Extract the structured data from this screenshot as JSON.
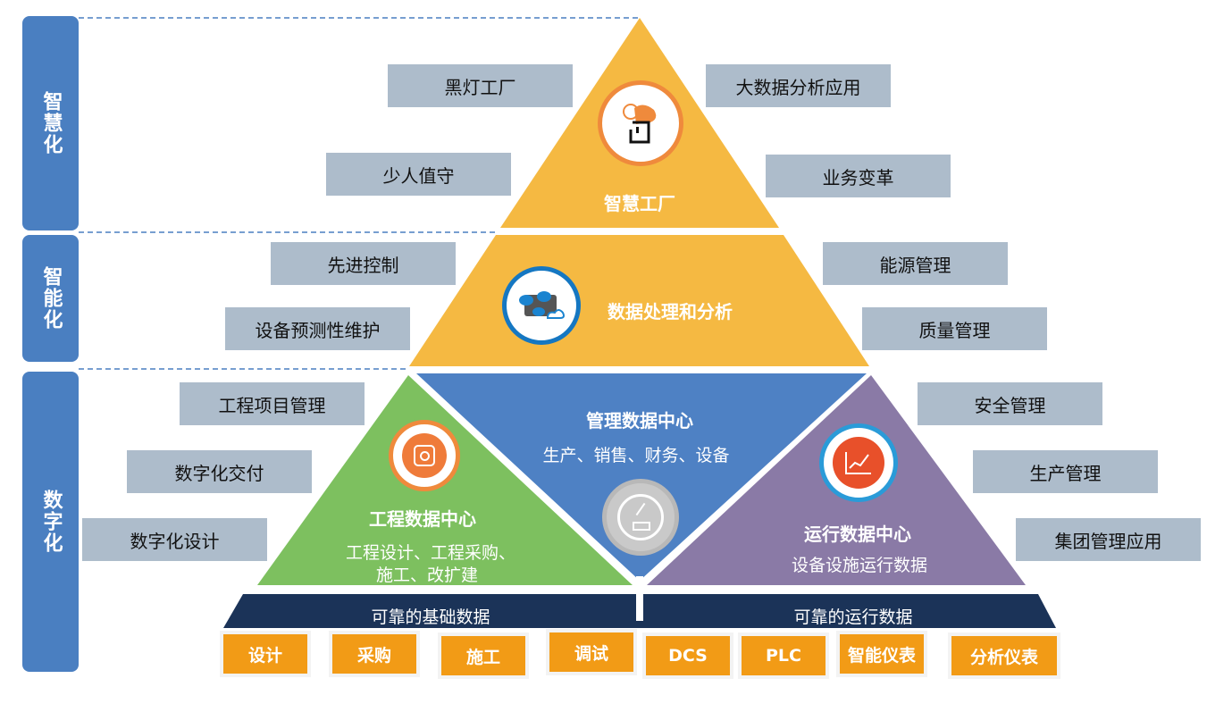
{
  "levels": [
    "智慧化",
    "智能化",
    "数字化"
  ],
  "top": {
    "title": "智慧工厂",
    "icon": "smart-factory-icon"
  },
  "middle": {
    "title": "数据处理和分析",
    "icon": "cloud-data-icon"
  },
  "management": {
    "title": "管理数据中心",
    "subtitle": "生产、销售、财务、设备",
    "icon": "gauge-icon"
  },
  "engineering": {
    "title": "工程数据中心",
    "line1": "工程设计、工程采购、",
    "line2": "施工、改扩建",
    "icon": "gear-icon"
  },
  "operation": {
    "title": "运行数据中心",
    "subtitle": "设备设施运行数据",
    "icon": "line-chart-icon"
  },
  "foundation": {
    "left": "可靠的基础数据",
    "right": "可靠的运行数据"
  },
  "tags": {
    "t1": "黑灯工厂",
    "t2": "大数据分析应用",
    "t3": "少人值守",
    "t4": "业务变革",
    "t5": "先进控制",
    "t6": "能源管理",
    "t7": "设备预测性维护",
    "t8": "质量管理",
    "t9": "工程项目管理",
    "t10": "安全管理",
    "t11": "数字化交付",
    "t12": "生产管理",
    "t13": "数字化设计",
    "t14": "集团管理应用"
  },
  "sources": [
    "设计",
    "采购",
    "施工",
    "调试",
    "DCS",
    "PLC",
    "智能仪表",
    "分析仪表"
  ],
  "colors": {
    "yellow": "#f5b942",
    "green": "#7dc05f",
    "blue": "#4e81c4",
    "purple": "#8a7aa6",
    "navy": "#1b3358",
    "orange": "#f29b16",
    "tag": "#adbccb"
  }
}
